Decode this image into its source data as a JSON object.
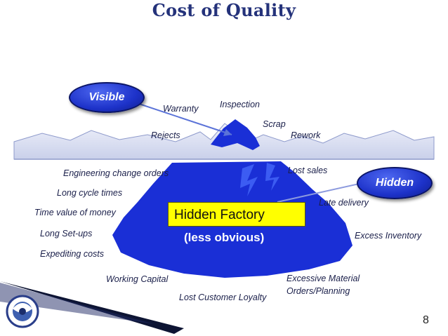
{
  "title": "Cost of Quality",
  "visible_label": "Visible",
  "hidden_label": "Hidden",
  "above_items": {
    "warranty": "Warranty",
    "inspection": "Inspection",
    "scrap": "Scrap",
    "rejects": "Rejects",
    "rework": "Rework"
  },
  "below_left": {
    "eco": "Engineering change orders",
    "cycle": "Long cycle times",
    "tvm": "Time value of money",
    "setups": "Long Set-ups",
    "expediting": "Expediting costs",
    "working_capital": "Working Capital",
    "loyalty": "Lost Customer Loyalty"
  },
  "below_right": {
    "lost_sales": "Lost sales",
    "late_delivery": "Late delivery",
    "excess_inventory": "Excess Inventory",
    "excessive_material": "Excessive Material",
    "orders_planning": "Orders/Planning"
  },
  "hidden_factory": "Hidden Factory",
  "less_obvious": "(less obvious)",
  "page_number": "8",
  "colors": {
    "iceberg": "#1a2fd6",
    "water": "#d6dcf0",
    "pill": "#1d32c9",
    "highlight": "#ffff00"
  }
}
